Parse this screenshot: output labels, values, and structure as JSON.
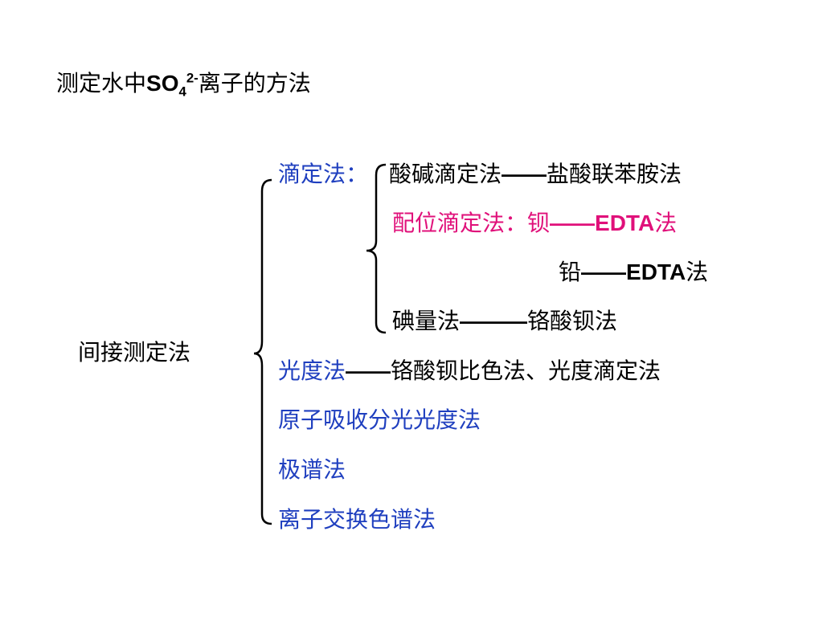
{
  "title": {
    "prefix": "测定水中",
    "formula_base": "SO",
    "formula_sub": "4",
    "formula_sup": "2-",
    "suffix": "离子的方法"
  },
  "indirect": {
    "label": "间接测定法"
  },
  "titration": {
    "label": "滴定法",
    "colon": "：",
    "acid_base": {
      "method": "酸碱滴定法",
      "dash": "——",
      "detail": "盐酸联苯胺法"
    },
    "complex": {
      "method": "配位滴定法：钡",
      "dash": "——",
      "reagent": "EDTA",
      "suffix": "法"
    },
    "lead": {
      "element": "铅",
      "dash": "——",
      "reagent": "EDTA",
      "suffix": "法"
    },
    "iodometry": {
      "method": "碘量法",
      "dash": "———",
      "detail": "铬酸钡法"
    }
  },
  "photometric": {
    "label": "光度法",
    "dash": "——",
    "detail": "铬酸钡比色法、光度滴定法"
  },
  "other_methods": [
    "原子吸收分光光度法",
    "极谱法",
    "离子交换色谱法"
  ],
  "colors": {
    "method_blue": "#1f3fbf",
    "highlight_pink": "#e0107a",
    "text": "#000000"
  }
}
